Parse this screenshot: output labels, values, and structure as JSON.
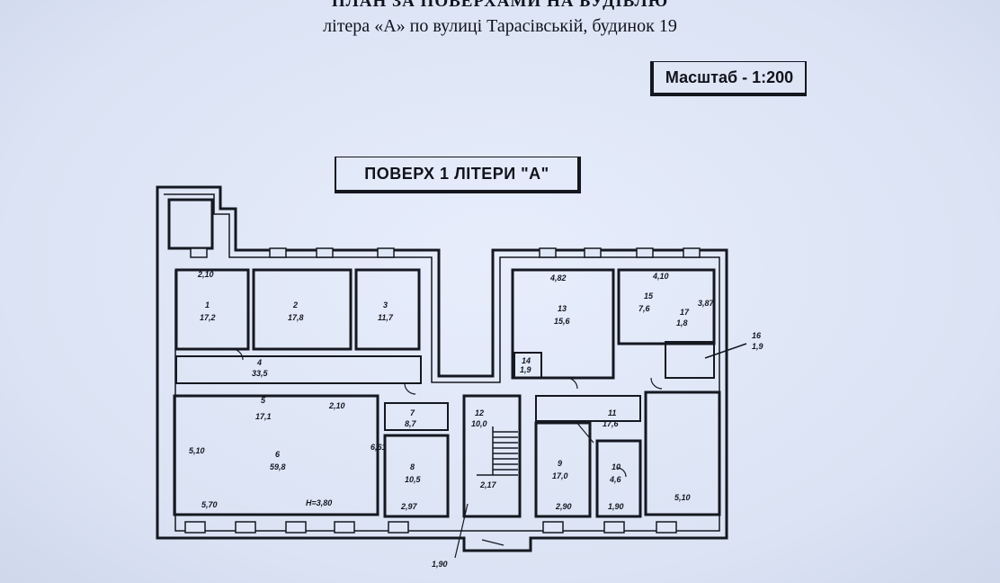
{
  "header": {
    "title": "ПЛАН ЗА ПОВЕРХАМИ НА БУДІВЛЮ",
    "subtitle": "літера «А» по вулиці Тарасівській, будинок 19",
    "scale": "Масштаб - 1:200",
    "floor_label": "ПОВЕРХ 1 ЛІТЕРИ \"А\""
  },
  "plan": {
    "room_labels": [
      {
        "id": "r1",
        "text": "1"
      },
      {
        "id": "r1a",
        "text": "17,2"
      },
      {
        "id": "r2",
        "text": "2"
      },
      {
        "id": "r2a",
        "text": "17,8"
      },
      {
        "id": "r3",
        "text": "3"
      },
      {
        "id": "r3a",
        "text": "11,7"
      },
      {
        "id": "r4",
        "text": "4"
      },
      {
        "id": "r4a",
        "text": "33,5"
      },
      {
        "id": "r5",
        "text": "5"
      },
      {
        "id": "r5a",
        "text": "17,1"
      },
      {
        "id": "r6",
        "text": "6"
      },
      {
        "id": "r6a",
        "text": "59,8"
      },
      {
        "id": "r7",
        "text": "7"
      },
      {
        "id": "r7a",
        "text": "8,7"
      },
      {
        "id": "r8",
        "text": "8"
      },
      {
        "id": "r8a",
        "text": "10,5"
      },
      {
        "id": "r9",
        "text": "9"
      },
      {
        "id": "r9a",
        "text": "17,0"
      },
      {
        "id": "r10",
        "text": "10"
      },
      {
        "id": "r10a",
        "text": "4,6"
      },
      {
        "id": "r11",
        "text": "11"
      },
      {
        "id": "r11a",
        "text": "17,6"
      },
      {
        "id": "r12",
        "text": "12"
      },
      {
        "id": "r12a",
        "text": "10,0"
      },
      {
        "id": "r13",
        "text": "13"
      },
      {
        "id": "r13a",
        "text": "15,6"
      },
      {
        "id": "r14",
        "text": "14"
      },
      {
        "id": "r14a",
        "text": "1,9"
      },
      {
        "id": "r15",
        "text": "15"
      },
      {
        "id": "r15a",
        "text": "7,6"
      },
      {
        "id": "r16",
        "text": "16"
      },
      {
        "id": "r16a",
        "text": "1,9"
      },
      {
        "id": "r17",
        "text": "17"
      },
      {
        "id": "r17a",
        "text": "1,8"
      },
      {
        "id": "h",
        "text": "H=3,80"
      }
    ],
    "dimension_labels": [
      {
        "id": "d1",
        "text": "2,10"
      },
      {
        "id": "d2",
        "text": "4,10"
      },
      {
        "id": "d3",
        "text": "4,82"
      },
      {
        "id": "d4",
        "text": "2,10"
      },
      {
        "id": "d5",
        "text": "5,70"
      },
      {
        "id": "d6",
        "text": "2,97"
      },
      {
        "id": "d7",
        "text": "2,17"
      },
      {
        "id": "d8",
        "text": "2,90"
      },
      {
        "id": "d9",
        "text": "5,10"
      },
      {
        "id": "d10",
        "text": "5,10"
      },
      {
        "id": "d11",
        "text": "3,87"
      },
      {
        "id": "d12",
        "text": "6,61"
      },
      {
        "id": "d13",
        "text": "1,90"
      },
      {
        "id": "d14",
        "text": "1,90"
      }
    ]
  }
}
